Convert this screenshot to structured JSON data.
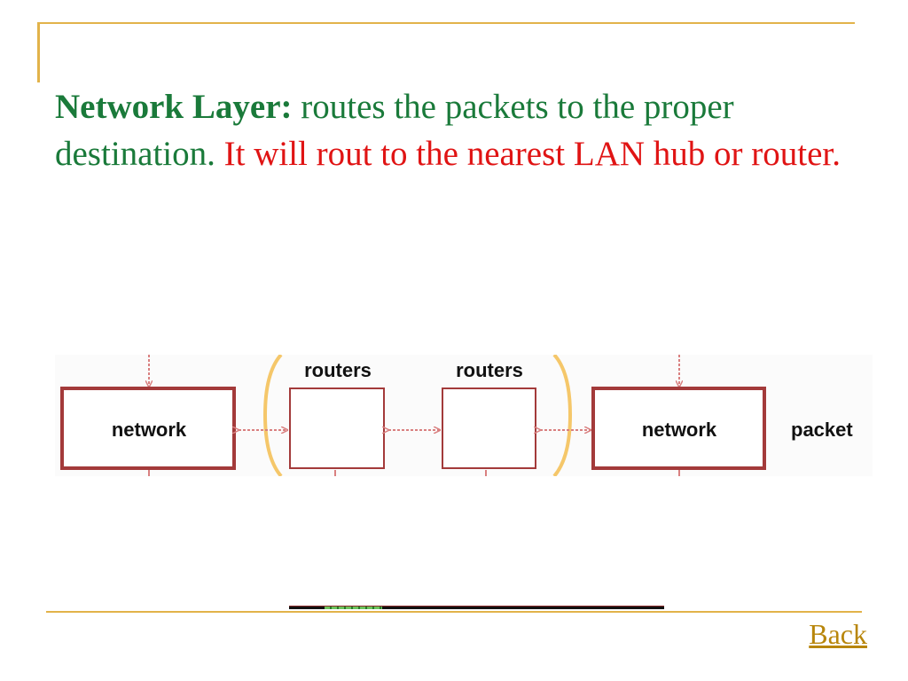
{
  "slide": {
    "heading": "Network Layer:",
    "text_plain": " routes the packets to the proper destination. ",
    "text_highlight": "It will rout to the nearest LAN hub or router.",
    "colors": {
      "heading": "#1a7a3a",
      "highlight": "#e01414",
      "frame": "#e2b34a",
      "link": "#b8860b"
    }
  },
  "diagram": {
    "labels": {
      "network_left": "network",
      "routers_1": "routers",
      "routers_2": "routers",
      "network_right": "network",
      "packet": "packet"
    },
    "colors": {
      "box_border": "#a33a3a",
      "arrow": "#d98080",
      "bracket": "#f5c76a"
    }
  },
  "footer": {
    "back_label": "Back"
  }
}
